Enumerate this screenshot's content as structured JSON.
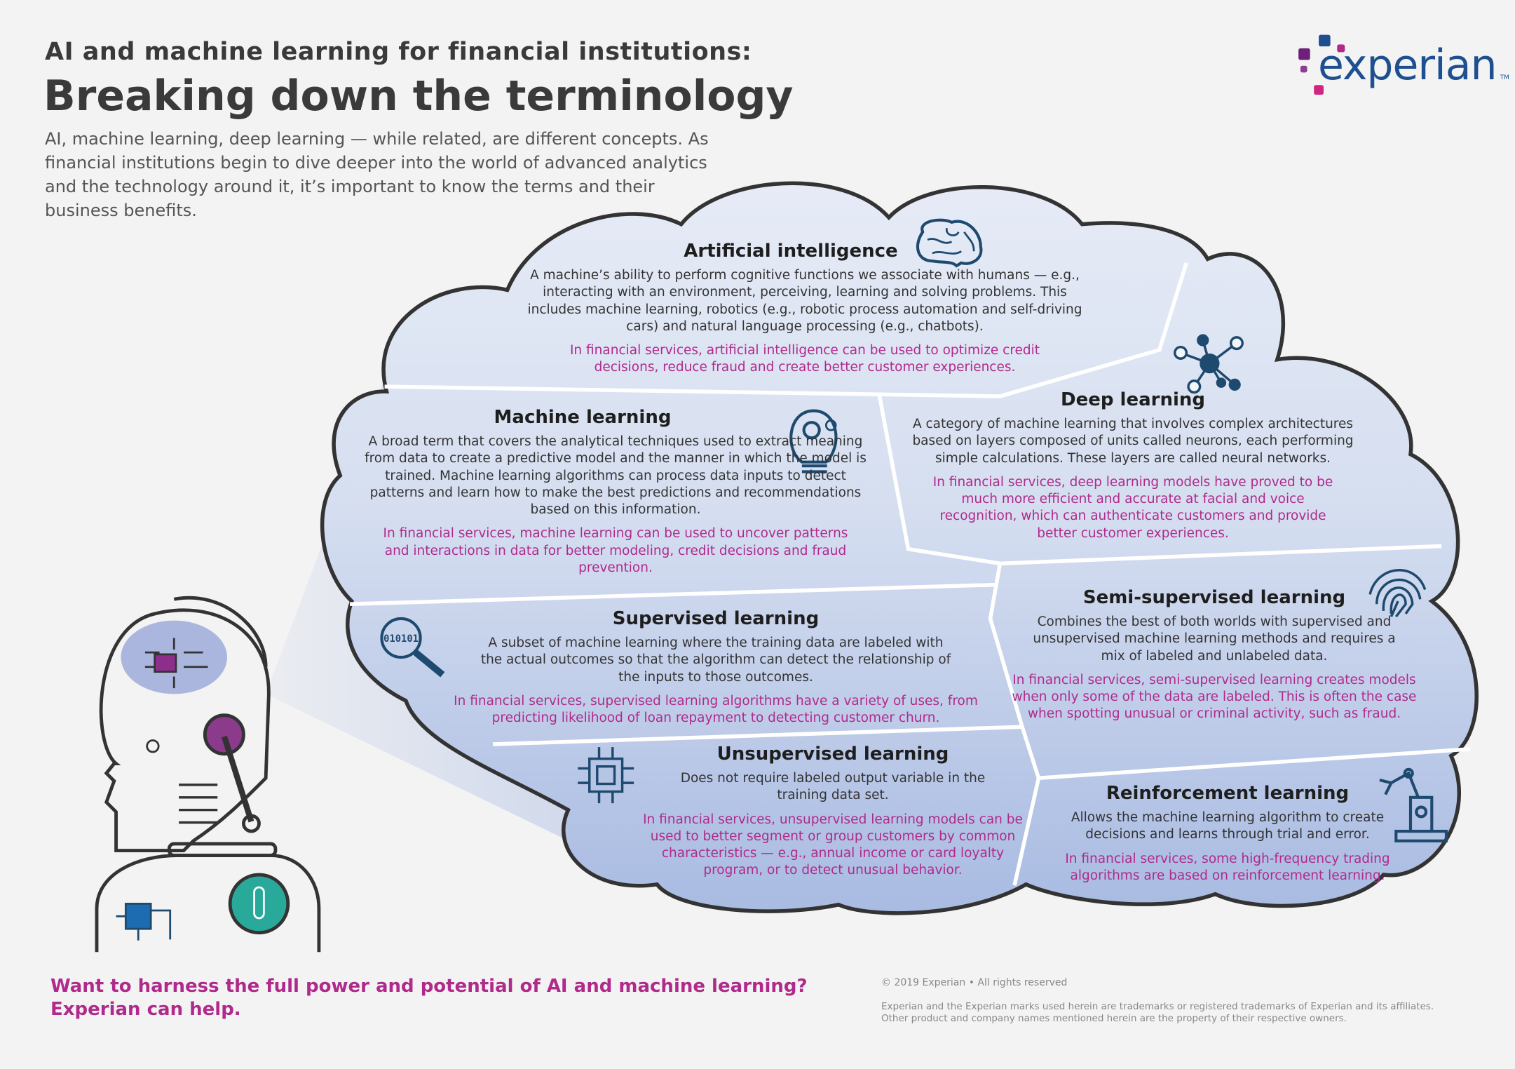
{
  "header": {
    "title_line1": "AI and machine learning for financial institutions:",
    "title_line2": "Breaking down the terminology",
    "intro": "AI, machine learning, deep learning — while related, are different concepts. As financial institutions begin to dive deeper into the world of advanced analytics and the technology around it, it’s important to know the terms and their business benefits."
  },
  "logo": {
    "text": "experian",
    "tm": "TM"
  },
  "colors": {
    "accent": "#b02a8c",
    "icon": "#1d4a6e",
    "brand_blue": "#1d4f91",
    "brand_purple": "#6d2077"
  },
  "sections": {
    "ai": {
      "title": "Artificial intelligence",
      "body": "A machine’s ability to perform cognitive functions we associate with humans — e.g., interacting with an environment, perceiving, learning and solving problems. This includes machine learning, robotics (e.g., robotic process automation and self-driving cars) and natural language processing (e.g., chatbots).",
      "benefit": "In financial services, artificial intelligence can be used to optimize credit decisions, reduce fraud and create better customer experiences.",
      "icon": "brain-icon"
    },
    "dl": {
      "title": "Deep learning",
      "body": "A category of machine learning that involves complex architectures based on layers composed of units called neurons, each performing simple calculations. These layers are called neural networks.",
      "benefit": "In financial services, deep learning models have proved to be much more efficient and accurate at facial and voice recognition, which can authenticate customers and provide better customer experiences.",
      "icon": "neural-network-icon"
    },
    "ml": {
      "title": "Machine learning",
      "body": "A broad term that covers the analytical techniques used to extract meaning from data to create a predictive model and the manner in which the model is trained. Machine learning algorithms can process data inputs to detect patterns and learn how to make the best predictions and recommendations based on this information.",
      "benefit": "In financial services, machine learning can be used to uncover patterns and interactions in data for better modeling, credit decisions and fraud prevention.",
      "icon": "lightbulb-gears-icon"
    },
    "sup": {
      "title": "Supervised learning",
      "body": "A subset of machine learning where the training data are labeled with the actual outcomes so that the algorithm can detect the relationship of the inputs to those outcomes.",
      "benefit": "In financial services, supervised learning algorithms have a variety of uses, from predicting likelihood of loan repayment to detecting customer churn.",
      "icon": "magnifier-binary-icon",
      "icon_text": "010101"
    },
    "semi": {
      "title": "Semi-supervised learning",
      "body": "Combines the best of both worlds with supervised and unsupervised machine learning methods and requires a mix of labeled and unlabeled data.",
      "benefit": "In financial services, semi-supervised learning creates models when only some of the data are labeled. This is often the case when spotting unusual or criminal activity, such as fraud.",
      "icon": "fingerprint-icon"
    },
    "unsup": {
      "title": "Unsupervised learning",
      "body": "Does not require labeled output variable in the training data set.",
      "benefit": "In financial services, unsupervised learning models can be used to better segment or group customers by common characteristics — e.g., annual income or card loyalty program, or to detect unusual behavior.",
      "icon": "chip-icon"
    },
    "rl": {
      "title": "Reinforcement learning",
      "body": "Allows the machine learning algorithm to create decisions and learns through trial and error.",
      "benefit": "In financial services, some high-frequency trading algorithms are based on reinforcement learning.",
      "icon": "robot-arm-icon"
    }
  },
  "cta": {
    "line1": "Want to harness the full power and potential of AI and machine learning?",
    "line2": "Experian can help."
  },
  "footer": {
    "copyright": "© 2019 Experian • All rights reserved",
    "legal1": "Experian and the Experian marks used herein are trademarks or registered trademarks of Experian and its affiliates.",
    "legal2": "Other product and company names mentioned herein are the property of their respective owners."
  }
}
